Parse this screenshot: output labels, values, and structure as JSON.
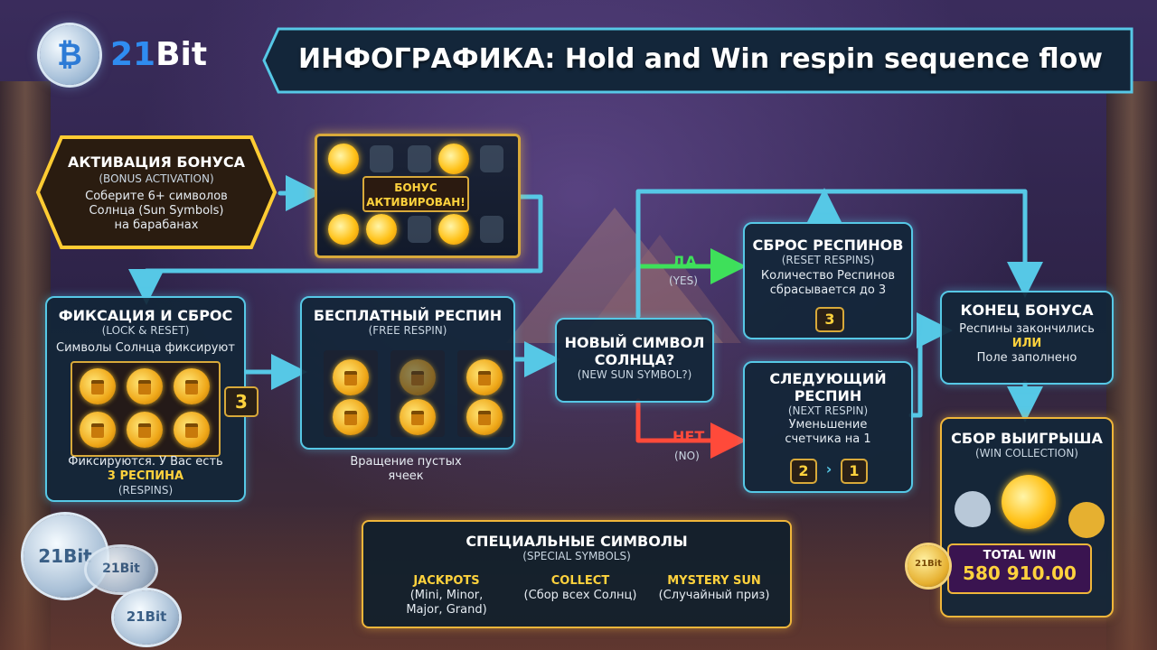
{
  "header": {
    "logo_glyph": "₿",
    "brand_part1": "21",
    "brand_part2": "Bit",
    "title": "ИНФОГРАФИКА: Hold and Win respin sequence flow"
  },
  "activation": {
    "title": "АКТИВАЦИЯ БОНУСА",
    "subtitle": "(BONUS ACTIVATION)",
    "line1": "Соберите 6+ символов",
    "line2": "Солнца (Sun Symbols)",
    "line3": "на барабанах"
  },
  "reel_preview": {
    "label_line1": "БОНУС",
    "label_line2": "АКТИВИРОВАН!"
  },
  "lock_reset": {
    "title": "ФИКСАЦИЯ И СБРОС",
    "subtitle": "(LOCK & RESET)",
    "line1": "Символы Солнца фиксируют",
    "counter": "3",
    "line2": "Фиксируются. У Вас есть",
    "highlight": "3 РЕСПИНА",
    "line3": "(RESPINS)"
  },
  "free_respin": {
    "title": "БЕСПЛАТНЫЙ РЕСПИН",
    "subtitle": "(FREE RESPIN)",
    "caption_line1": "Вращение пустых",
    "caption_line2": "ячеек"
  },
  "decision": {
    "title_line1": "НОВЫЙ СИМВОЛ",
    "title_line2": "СОЛНЦА?",
    "subtitle": "(NEW SUN SYMBOL?)",
    "yes_label": "ДА",
    "yes_sub": "(YES)",
    "no_label": "НЕТ",
    "no_sub": "(NO)"
  },
  "reset_respins": {
    "title": "СБРОС РЕСПИНОВ",
    "subtitle": "(RESET RESPINS)",
    "line1": "Количество Респинов",
    "line2": "сбрасывается до 3",
    "counter": "3"
  },
  "next_respin": {
    "title_line1": "СЛЕДУЮЩИЙ",
    "title_line2": "РЕСПИН",
    "subtitle": "(NEXT RESPIN)",
    "line1": "Уменьшение",
    "line2": "счетчика на 1",
    "from": "2",
    "to": "1"
  },
  "bonus_end": {
    "title": "КОНЕЦ БОНУСА",
    "line1": "Респины закончились",
    "or": "ИЛИ",
    "line2": "Поле заполнено"
  },
  "win_collection": {
    "title": "СБОР ВЫИГРЫША",
    "subtitle": "(WIN COLLECTION)",
    "total_label": "TOTAL WIN",
    "total_value": "580 910.00",
    "coin_text": "21Bit"
  },
  "special_symbols": {
    "title": "СПЕЦИАЛЬНЫЕ СИМВОЛЫ",
    "subtitle": "(SPECIAL SYMBOLS)",
    "items": [
      {
        "name": "JACKPOTS",
        "desc1": "(Mini, Minor,",
        "desc2": "Major, Grand)"
      },
      {
        "name": "COLLECT",
        "desc1": "(Сбор всех Солнц)",
        "desc2": ""
      },
      {
        "name": "MYSTERY SUN",
        "desc1": "(Случайный приз)",
        "desc2": ""
      }
    ]
  },
  "decor_coins": {
    "text": "21Bit"
  },
  "colors": {
    "accent_cyan": "#56c8e6",
    "gold": "#ffd23d",
    "yes_green": "#3ee05a",
    "no_red": "#ff4a3a"
  }
}
